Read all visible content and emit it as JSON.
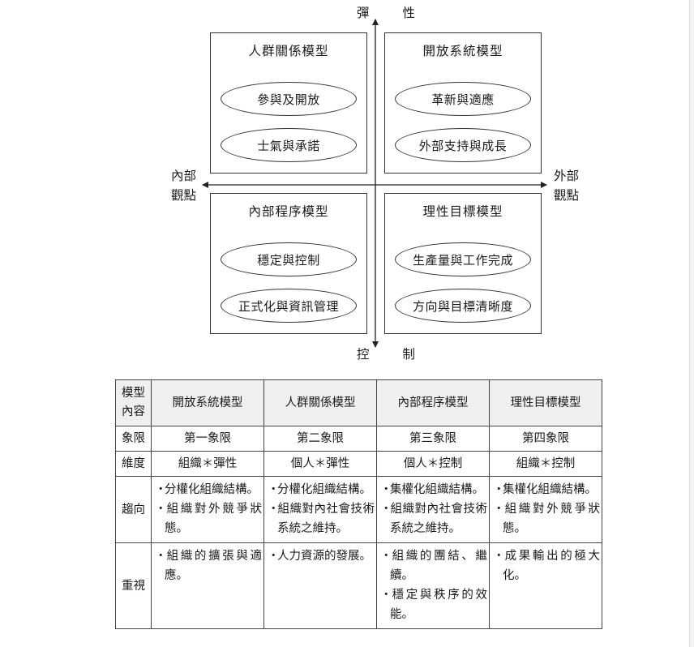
{
  "diagram": {
    "axis": {
      "top": "彈 性",
      "bottom": "控 制",
      "left": [
        "內部",
        "觀點"
      ],
      "right": [
        "外部",
        "觀點"
      ]
    },
    "quadrants": {
      "top_left": {
        "title": "人群關係模型",
        "items": [
          "參與及開放",
          "士氣與承諾"
        ]
      },
      "top_right": {
        "title": "開放系統模型",
        "items": [
          "革新與適應",
          "外部支持與成長"
        ]
      },
      "bottom_left": {
        "title": "內部程序模型",
        "items": [
          "穩定與控制",
          "正式化與資訊管理"
        ]
      },
      "bottom_right": {
        "title": "理性目標模型",
        "items": [
          "生產量與工作完成",
          "方向與目標清晰度"
        ]
      }
    }
  },
  "table": {
    "corner": [
      "模型",
      "內容"
    ],
    "columns": [
      "開放系統模型",
      "人群關係模型",
      "內部程序模型",
      "理性目標模型"
    ],
    "rows": [
      {
        "label": "象限",
        "cells": [
          "第一象限",
          "第二象限",
          "第三象限",
          "第四象限"
        ]
      },
      {
        "label": "維度",
        "cells": [
          "組織＊彈性",
          "個人＊彈性",
          "個人＊控制",
          "組織＊控制"
        ]
      },
      {
        "label": "趨向",
        "cells": [
          [
            "分權化組織結構。",
            "組織對外競爭狀態。"
          ],
          [
            "分權化組織結構。",
            "組織對內社會技術系統之維持。"
          ],
          [
            "集權化組織結構。",
            "組織對內社會技術系統之維持。"
          ],
          [
            "集權化組織結構。",
            "組織對外競爭狀態。"
          ]
        ]
      },
      {
        "label": "重視",
        "cells": [
          [
            "組織的擴張與適應。"
          ],
          [
            "人力資源的發展。"
          ],
          [
            "組織的團結、繼續。",
            "穩定與秩序的效能。"
          ],
          [
            "成果輸出的極大化。"
          ]
        ]
      }
    ]
  }
}
